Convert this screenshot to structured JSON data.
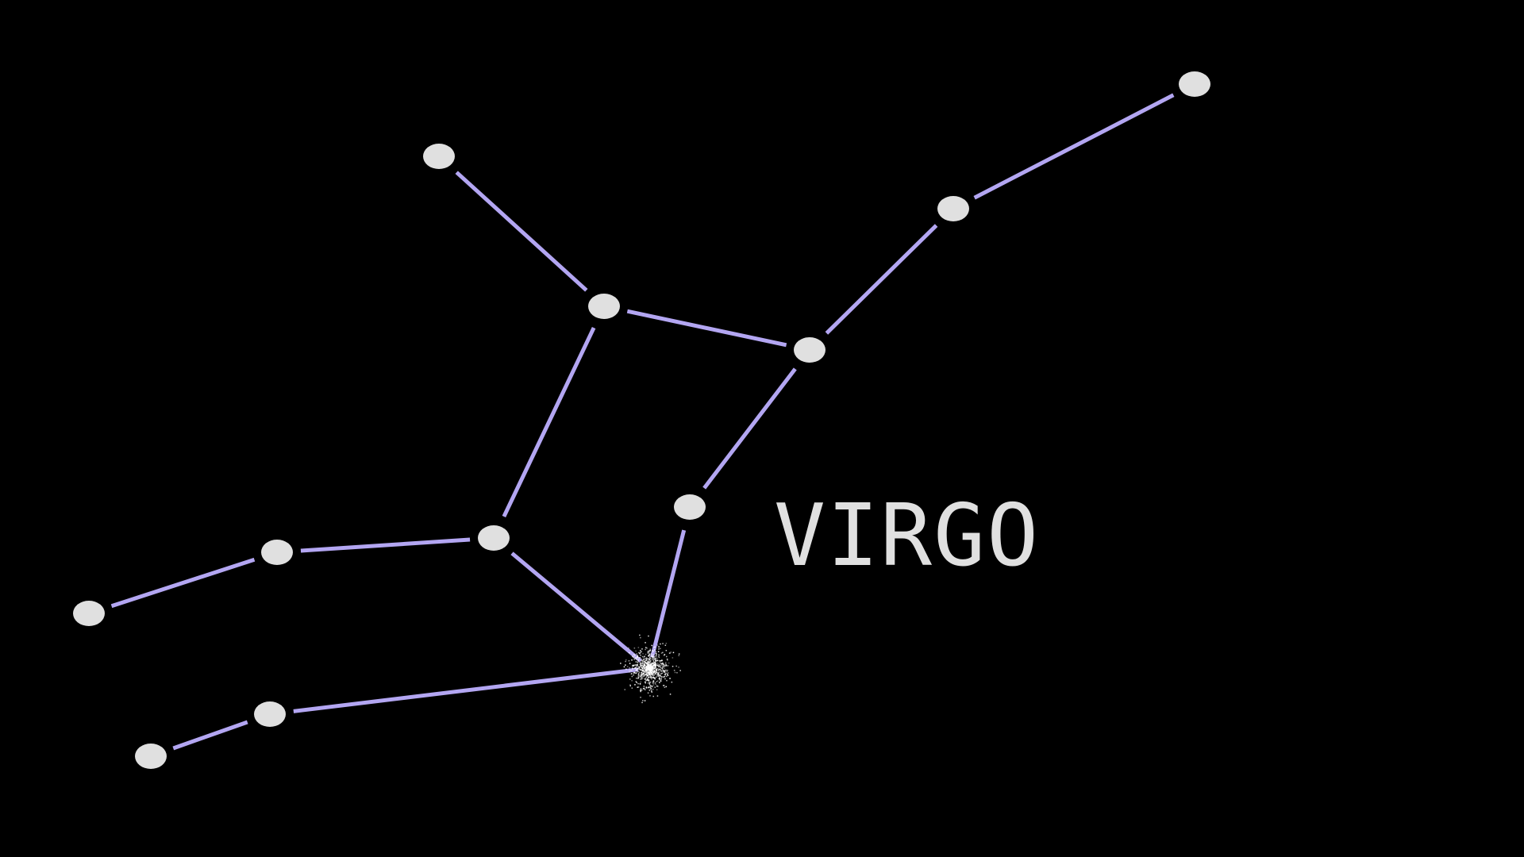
{
  "constellation": {
    "name": "VIRGO"
  },
  "colors": {
    "background": "#000000",
    "line": "#b3a6f2",
    "star": "#e0e0e0",
    "text": "#e0e0e0",
    "cluster": "#ffffff"
  },
  "stars": [
    {
      "id": "s1"
    },
    {
      "id": "s2"
    },
    {
      "id": "s3"
    },
    {
      "id": "s4"
    },
    {
      "id": "s5"
    },
    {
      "id": "s6"
    },
    {
      "id": "s7"
    },
    {
      "id": "s8"
    },
    {
      "id": "s9"
    },
    {
      "id": "s10"
    },
    {
      "id": "s11"
    },
    {
      "id": "s12"
    },
    {
      "id": "s13"
    }
  ],
  "connections": [
    [
      "s1",
      "s3"
    ],
    [
      "s3",
      "s4"
    ],
    [
      "s4",
      "s5"
    ],
    [
      "s5",
      "s6"
    ],
    [
      "s4",
      "s7"
    ],
    [
      "s3",
      "s8"
    ],
    [
      "s8",
      "s9"
    ],
    [
      "s9",
      "s10"
    ],
    [
      "s8",
      "cluster"
    ],
    [
      "s7",
      "cluster"
    ],
    [
      "cluster",
      "s11"
    ],
    [
      "s11",
      "s12"
    ],
    [
      "s9",
      "s13"
    ]
  ]
}
